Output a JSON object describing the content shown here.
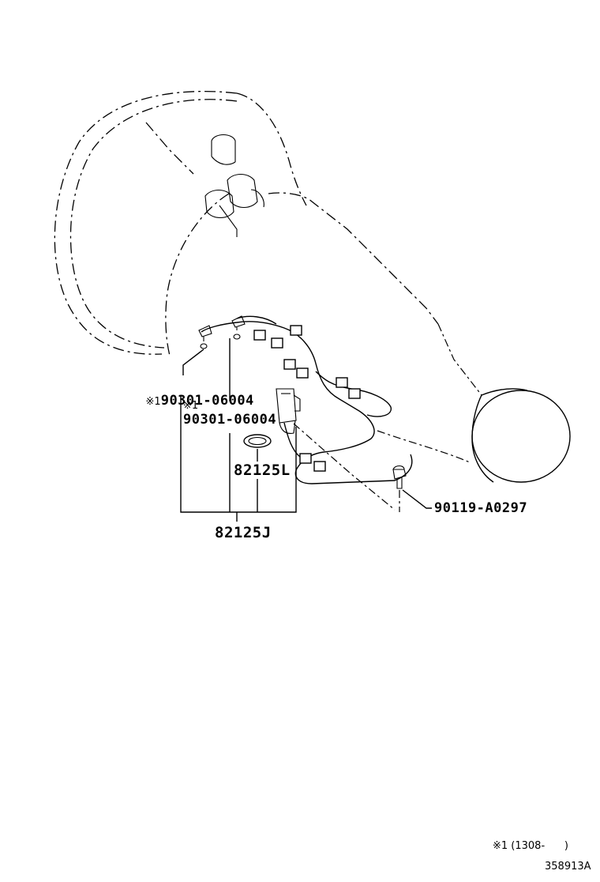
{
  "labels": {
    "bolt_1": {
      "mark": "※1",
      "part": "90301-06004"
    },
    "bolt_2": {
      "mark": "※1",
      "part": "90301-06004"
    },
    "ring": "82125L",
    "harness": "82125J",
    "bolt_right": "90119-A0297"
  },
  "footnote": {
    "text": "※1 (1308-      )"
  },
  "diagram_id": "358913A"
}
